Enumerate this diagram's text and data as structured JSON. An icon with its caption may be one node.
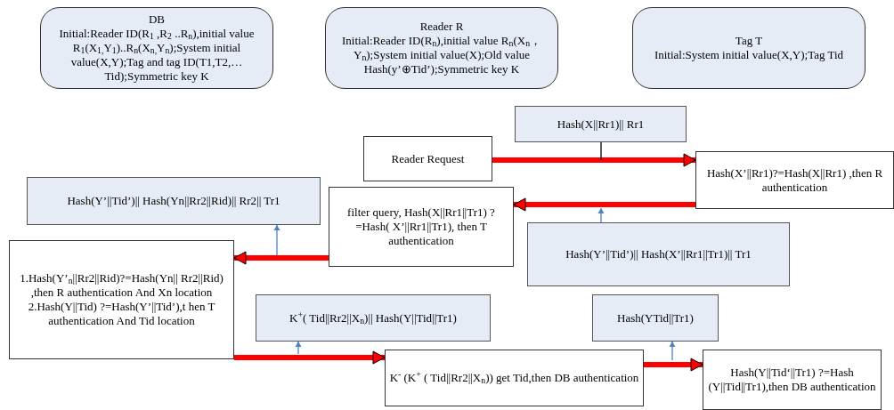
{
  "diagram": {
    "nodes": [
      {
        "text": [
          "DB",
          "Initial:Reader ID(R$_{1}$ ,R$_{2}$ ..R$_{n}$),initial value R$_{1}$(X$_{1,}$Y$_{1}$)..R$_{n}$(X$_{n,}$Y$_{n}$);System initial value(X,Y);Tag and tag ID(T1,T2,… Tid);Symmetric key K"
        ]
      },
      {
        "text": [
          "Reader R",
          "Initial:Reader ID(R$_{n}$),initial value R$_{n}$(X$_{n}$， Y$_{n}$);System initial value(X);Old value Hash(y’⊕Tid’);Symmetric key K"
        ]
      },
      {
        "text": [
          "Tag T",
          "Initial:System initial value(X,Y);Tag Tid"
        ]
      },
      {
        "text": [
          "Hash(X||Rr1)|| Rr1"
        ]
      },
      {
        "text": [
          "Reader Request"
        ]
      },
      {
        "text": [
          "Hash(X’||Rr1)?=Hash(X||Rr1) ,then R authentication"
        ]
      },
      {
        "text": [
          "Hash(Y’||Tid’)|| Hash(Yn||Rr2||Rid)|| Rr2|| Tr1"
        ]
      },
      {
        "text": [
          "filter query, Hash(X||Rr1||Tr1) ?=Hash( X’||Rr1||Tr1), then T authentication"
        ]
      },
      {
        "text": [
          "Hash(Y’||Tid’)|| Hash(X’||Rr1||Tr1)|| Tr1"
        ]
      },
      {
        "text": [
          "1.Hash(Y’$_{n}$||Rr2||Rid)?=Hash(Yn|| Rr2||Rid) ,then R authentication And Xn location",
          "2.Hash(Y||Tid) ?=Hash(Y’||Tid’),t hen T authentication And Tid location"
        ]
      },
      {
        "text": [
          "K$^{+}$( Tid||Rr2||X$_{n}$)|| Hash(Y||Tid||Tr1)"
        ]
      },
      {
        "text": [
          "Hash(YTid||Tr1)"
        ]
      },
      {
        "text": [
          "K$^{-}$ (K$^{+}$ ( Tid||Rr2||X$_{n}$)) get Tid,then DB authentication"
        ]
      },
      {
        "text": [
          "Hash(Y||Tid‘||Tr1) ?=Hash (Y||Tid||Tr1),then DB authentication"
        ]
      }
    ],
    "edges": [
      {
        "from": 4,
        "to": 5,
        "arrow": "to",
        "style": "thick"
      },
      {
        "from": 3,
        "to": null,
        "arrow": "none",
        "color": "#000000"
      },
      {
        "from": 5,
        "to": 7,
        "arrow": "to",
        "style": "thick"
      },
      {
        "from": 8,
        "to": null,
        "arrow": "to",
        "color": "#4f81bd"
      },
      {
        "from": 7,
        "to": 9,
        "arrow": "to",
        "style": "thick"
      },
      {
        "from": null,
        "to": 6,
        "arrow": "to",
        "color": "#4f81bd"
      },
      {
        "from": 9,
        "to": 12,
        "arrow": "to",
        "style": "thick"
      },
      {
        "from": null,
        "to": 10,
        "arrow": "to",
        "color": "#4f81bd"
      },
      {
        "from": 12,
        "to": 13,
        "arrow": "to",
        "style": "thick"
      },
      {
        "from": null,
        "to": 11,
        "arrow": "to",
        "color": "#4f81bd"
      }
    ]
  }
}
